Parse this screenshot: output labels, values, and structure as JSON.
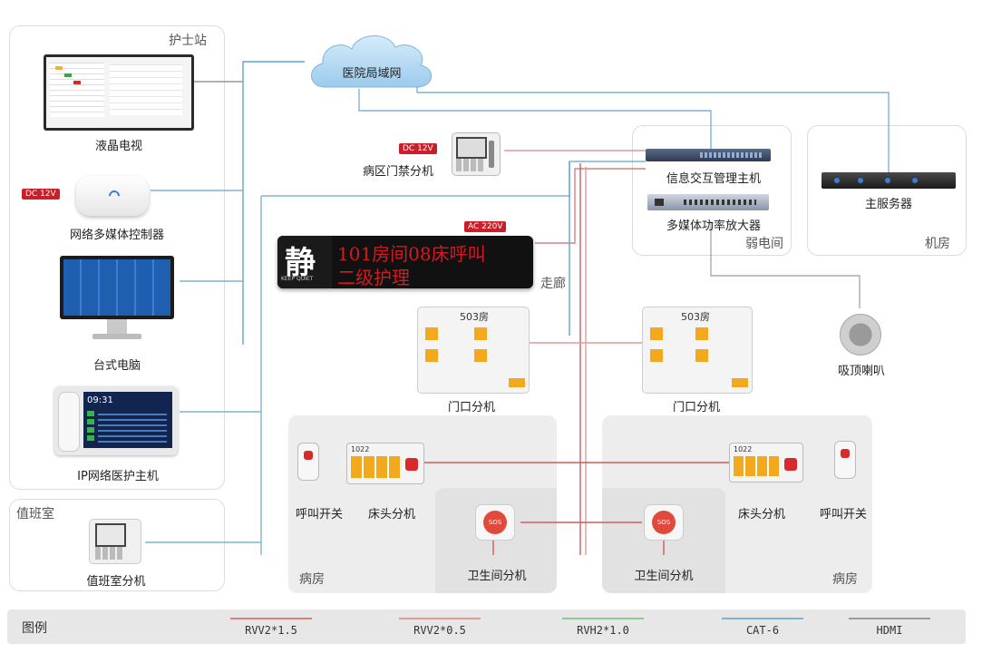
{
  "zones": {
    "nurse_station": "护士站",
    "duty_room": "值班室",
    "weak_room": "弱电间",
    "server_room": "机房",
    "corridor": "走廊",
    "ward_left": "病房",
    "ward_right": "病房"
  },
  "cloud_label": "医院局域网",
  "devices": {
    "lcd_tv": "液晶电视",
    "media_controller": "网络多媒体控制器",
    "desktop": "台式电脑",
    "ip_master": "IP网络医护主机",
    "duty_ext": "值班室分机",
    "access_ext": "病区门禁分机",
    "info_host": "信息交互管理主机",
    "amplifier": "多媒体功率放大器",
    "main_server": "主服务器",
    "door_ext_left": "门口分机",
    "door_ext_right": "门口分机",
    "ceiling_speaker": "吸顶喇叭",
    "call_switch_left": "呼叫开关",
    "bedside_left": "床头分机",
    "bathroom_left": "卫生间分机",
    "bathroom_right": "卫生间分机",
    "bedside_right": "床头分机",
    "call_switch_right": "呼叫开关"
  },
  "power_tags": {
    "dc_controller": "DC 12V",
    "dc_access": "DC 12V",
    "ac_led": "AC 220V"
  },
  "led_sign": {
    "quiet_char": "静",
    "quiet_sub": "KEEP QUIET",
    "line1": "101房间08床呼叫",
    "line2": "二级护理"
  },
  "door_panel": {
    "room_left": "503房",
    "room_right": "503房"
  },
  "ip_master_time": "09:31",
  "bedside_number": "1022",
  "sos_label": "SOS",
  "legend": {
    "title": "图例",
    "items": [
      {
        "label": "RVV2*1.5",
        "color": "#d98080"
      },
      {
        "label": "RVV2*0.5",
        "color": "#e39a9a"
      },
      {
        "label": "RVH2*1.0",
        "color": "#8cc89a"
      },
      {
        "label": "CAT-6",
        "color": "#7fb3d6"
      },
      {
        "label": "HDMI",
        "color": "#9a9a9a"
      }
    ]
  },
  "colors": {
    "red_wire": "#d45a5a",
    "blue_wire": "#5fa6cf",
    "led_text": "#d8181e",
    "accent_orange": "#f2a91e"
  }
}
